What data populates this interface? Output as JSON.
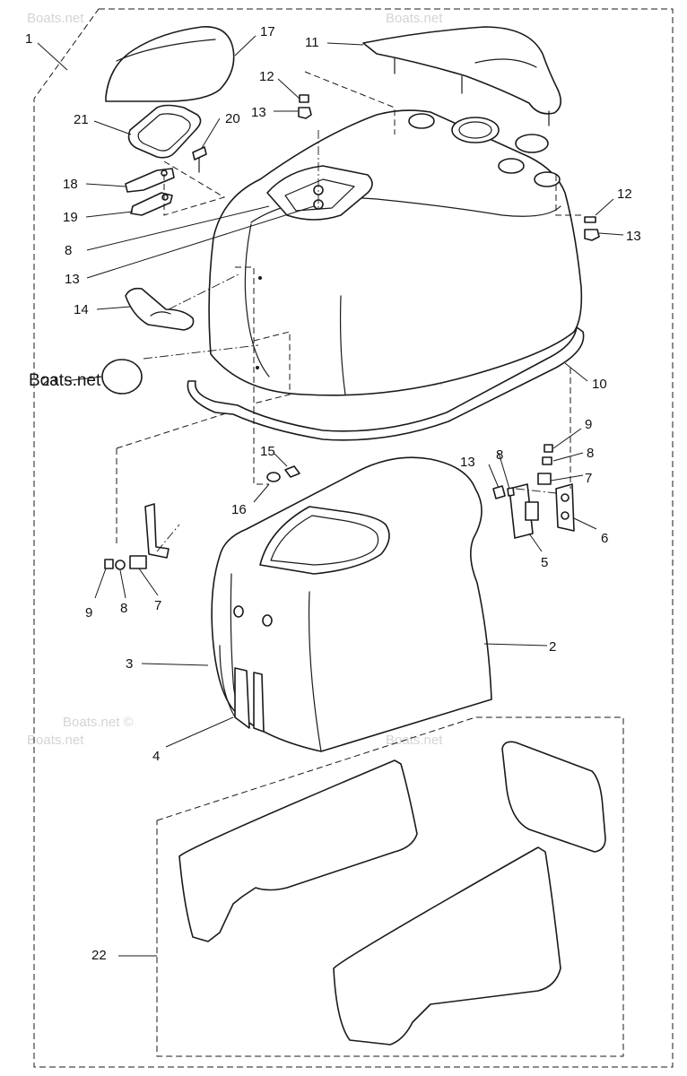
{
  "watermark": {
    "text": "Boats.net",
    "brand_text": "Boats.net ©"
  },
  "labels": {
    "1": "1",
    "2": "2",
    "3": "3",
    "4": "4",
    "5": "5",
    "6": "6",
    "7": "7",
    "8": "8",
    "9": "9",
    "10": "10",
    "11": "11",
    "12": "12",
    "13": "13",
    "14": "14",
    "15": "15",
    "16": "16",
    "17": "17",
    "18": "18",
    "19": "19",
    "20": "20",
    "21": "21",
    "22": "22",
    "23": "23"
  }
}
